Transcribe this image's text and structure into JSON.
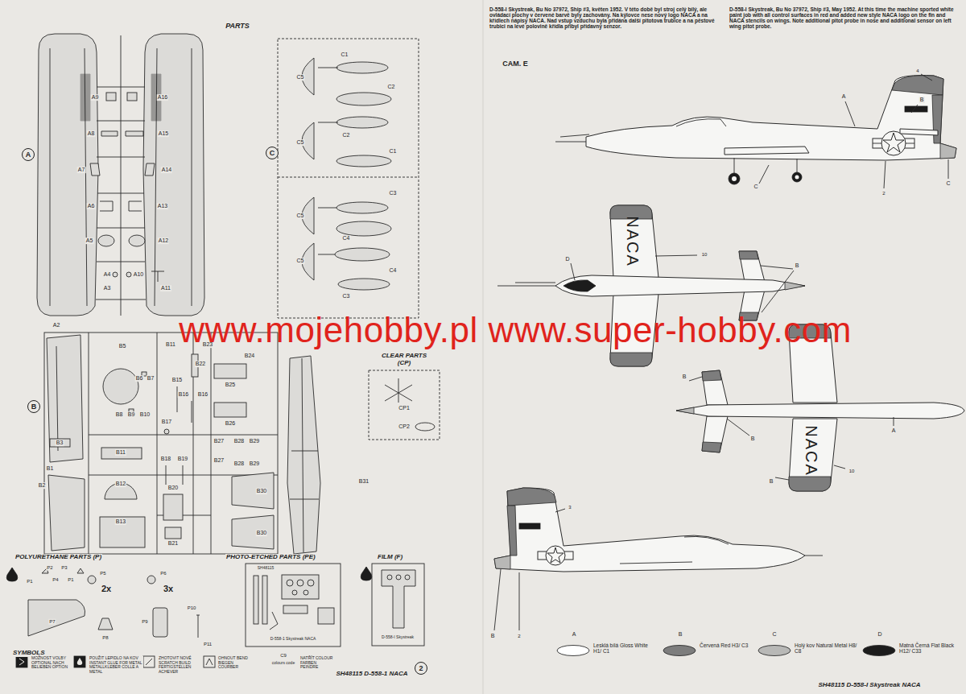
{
  "diagram": {
    "nodes": [
      {
        "text": [
          "A"
        ]
      },
      {
        "text": [
          "C"
        ]
      },
      {
        "text": [
          "B"
        ]
      },
      {
        "text": [
          "2"
        ]
      }
    ],
    "labels": [
      "PARTS",
      "A9",
      "A16",
      "A8",
      "A15",
      "A7",
      "A14",
      "A6",
      "A13",
      "A5",
      "A12",
      "A4",
      "A10",
      "A3",
      "A11",
      "A2",
      "C1",
      "C2",
      "C5",
      "C2",
      "C5",
      "C1",
      "C3",
      "C5",
      "C4",
      "C5",
      "C4",
      "C3",
      "CLEAR PARTS (CP)",
      "CP1",
      "CP2",
      "B1",
      "B2",
      "B3",
      "B5",
      "B11",
      "B23",
      "B22",
      "B24",
      "B25",
      "B6",
      "B7",
      "B15",
      "B16",
      "B16",
      "B26",
      "B8",
      "B9",
      "B10",
      "B17",
      "B27",
      "B28",
      "B29",
      "B11",
      "B18",
      "B19",
      "B27",
      "B28",
      "B29",
      "B12",
      "B20",
      "B30",
      "B13",
      "B21",
      "B30",
      "B31",
      "POLYURETHANE PARTS (P)",
      "P1",
      "P2",
      "P3",
      "P4",
      "P1",
      "P5",
      "2x",
      "P6",
      "3x",
      "P7",
      "P8",
      "P9",
      "P10",
      "P11",
      "PHOTO-ETCHED PARTS (PE)",
      "SH48115",
      "D-558-1 Skystreak NACA",
      "FILM (F)",
      "D-558-I Skystreak",
      "SYMBOLS",
      "MOŽNOST VOLBY OPTIONAL NACH BELIEBEN OPTION",
      "POUŽIT LEPIDLO NA KOV INSTANT GLUE FOR METAL METALLKLEBER COLLE A METAL",
      "ZHOTOVIT NOVÉ SCRATCH BUILD FERTIGSTELLEN ACHEVER",
      "OHNOUT BEND BIEGEN COURBER",
      "C9",
      "colours code",
      "NATŘÍT COLOUR FARBEN PEINDRE",
      "SH48115 D-558-1 NACA",
      "D-558-I Skystreak, Bu No 37972, Ship #3, květen 1952. V této době byl stroj celý bílý, ale ovládací plochy v červené barvě byly zachovány. Na kýlovce nese nový logo NACA a na křídlech nápisy NACA. Nad vstup vzduchu byla přidána další pitotova trubice a na pěstové trubici na levé polovině křídla přibyl přídavný senzor.",
      "D-558-I Skystreak, Bu No 37972, Ship #3, May 1952. At this time the machine sported white paint job with all control surfaces in red and added new style NACA logo on the fin and NACA stencils on wings. Note additional pitot probe in nose and additional sensor on left wing pitot probe.",
      "CAM. E",
      "A",
      "B",
      "4",
      "C",
      "C",
      "2",
      "NACA",
      "D",
      "10",
      "B",
      "B",
      "B",
      "B",
      "A",
      "NACA",
      "10",
      "3",
      "B",
      "2",
      "A",
      "B",
      "C",
      "D",
      "SH48115 D-558-I Skystreak NACA",
      "www.mojehobby.pl www.super-hobby.com"
    ],
    "legend": [
      {
        "text": "Lesklá bílá Gloss White H1/ C1",
        "color": "#ffffff"
      },
      {
        "text": "Červená Red H3/ C3",
        "color": "#7d7d7d"
      },
      {
        "text": "Holý kov Natural Metal H8/ C8",
        "color": "#b8b8b6"
      },
      {
        "text": "Matná Černá Flat Black H12/ C33",
        "color": "#1c1c1c"
      }
    ]
  }
}
